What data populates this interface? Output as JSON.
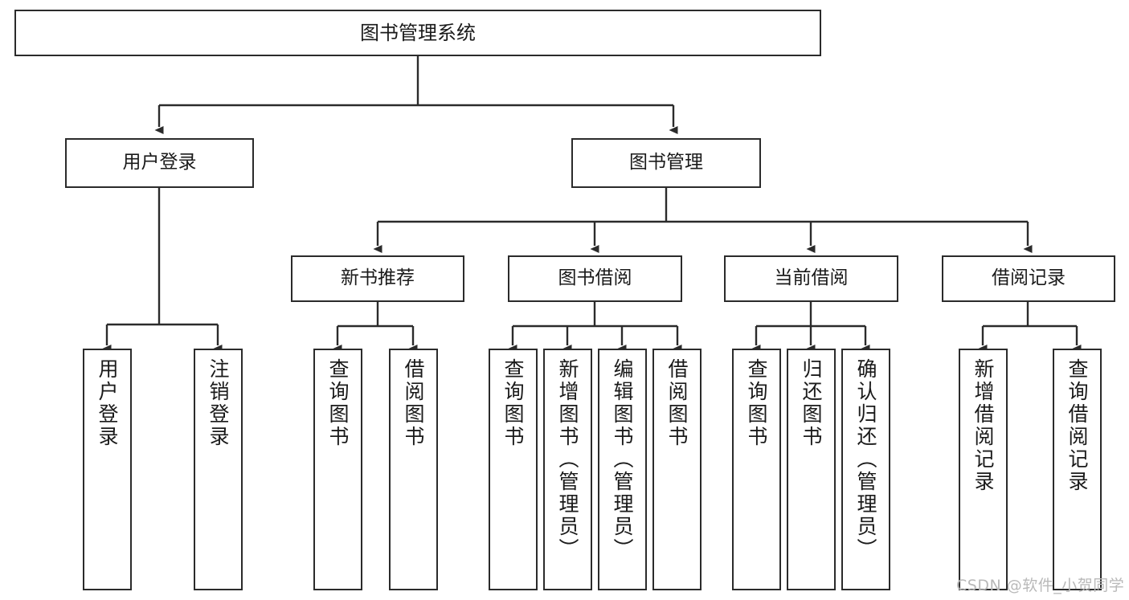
{
  "diagram": {
    "title": "图书管理系统",
    "watermark": "CSDN @软件_小贺同学",
    "colors": {
      "box_border": "#2b2b2b",
      "box_fill": "#ffffff",
      "edge": "#2b2b2b",
      "text": "#1a1a1a",
      "watermark": "#b9b9b9",
      "background": "#ffffff"
    },
    "nodes": {
      "root": "图书管理系统",
      "user_login": "用户登录",
      "book_manage": "图书管理",
      "new_book_rec": "新书推荐",
      "book_borrow": "图书借阅",
      "current_borrow": "当前借阅",
      "borrow_record": "借阅记录",
      "leaf_user_login": "用户登录",
      "leaf_logout_login": "注销登录",
      "leaf_query_book_1": "查询图书",
      "leaf_borrow_book_1": "借阅图书",
      "leaf_query_book_2": "查询图书",
      "leaf_add_book_admin": "新增图书（管理员）",
      "leaf_edit_book_admin": "编辑图书（管理员）",
      "leaf_borrow_book_2": "借阅图书",
      "leaf_query_book_3": "查询图书",
      "leaf_return_book": "归还图书",
      "leaf_confirm_return_admin": "确认归还（管理员）",
      "leaf_add_borrow_record": "新增借阅记录",
      "leaf_query_borrow_record": "查询借阅记录"
    }
  }
}
